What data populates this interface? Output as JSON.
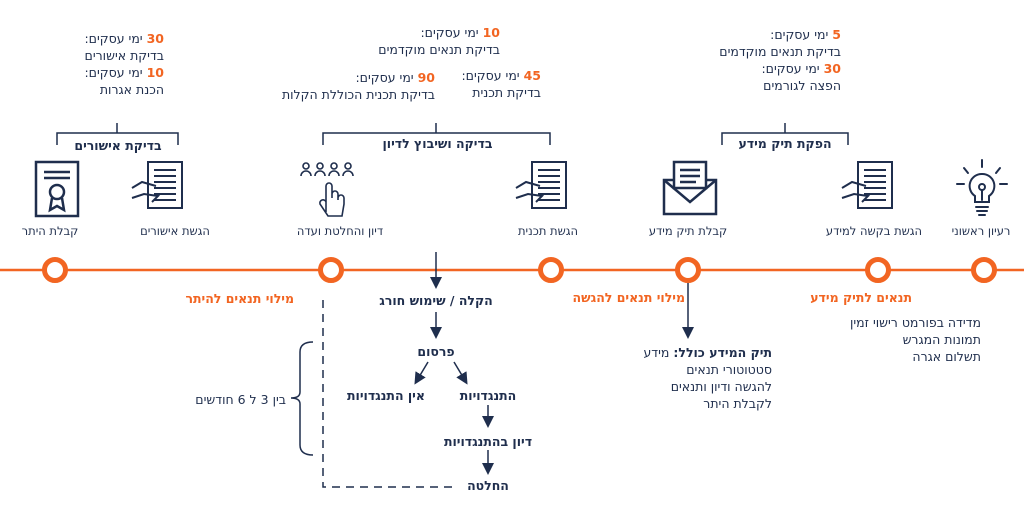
{
  "top_left_timing": {
    "num1": "30",
    "unit1": "ימי עסקים:",
    "task1": "בדיקת אישורים",
    "num2": "10",
    "unit2": "ימי עסקים:",
    "task2": "הכנת אגרות"
  },
  "top_mid_timing": {
    "num1": "10",
    "unit1": "ימי עסקים:",
    "task1": "בדיקת תנאים מוקדמים",
    "num2": "45",
    "unit2": "ימי עסקים:",
    "task2": "בדיקת תכנית",
    "num3": "90",
    "unit3": "ימי עסקים:",
    "task3": "בדיקת תכנית הכוללת הקלות"
  },
  "top_right_timing": {
    "num1": "5",
    "unit1": "ימי עסקים:",
    "task1": "בדיקת תנאים מוקדמים",
    "num2": "30",
    "unit2": "ימי עסקים:",
    "task2": "הפצה לגורמים"
  },
  "phases": {
    "approvals_check": "בדיקת אישורים",
    "review_scheduling": "בדיקה ושיבוץ לדיון",
    "info_file_issue": "הפקת תיק מידע"
  },
  "steps": {
    "initial_idea": "רעיון ראשוני",
    "info_request": "הגשת בקשה למידע",
    "info_file_receipt": "קבלת תיק מידע",
    "plan_submission": "הגשת תכנית",
    "committee_decision": "דיון והחלטת ועדה",
    "approvals_submission": "הגשת אישורים",
    "permit_receipt": "קבלת היתר"
  },
  "conditions": {
    "permit_conditions": "מילוי תנאים להיתר",
    "submission_conditions": "מילוי תנאים להגשה",
    "info_file_conditions_title": "תנאים לתיק מידע",
    "info_file_conditions_items": [
      "מדידה בפורמט רישוי זמין",
      "תמונות המגרש",
      "תשלום אגרה"
    ]
  },
  "info_file_includes": {
    "title": "תיק המידע כולל:",
    "first_word": "מידע",
    "lines": [
      "סטטוטורי תנאים",
      "להגשה ודיון ותנאים",
      "לקבלת היתר"
    ]
  },
  "flow": {
    "relief": "הקלה / שימוש חורג",
    "publication": "פרסום",
    "no_objections": "אין התנגדויות",
    "objections": "התנגדויות",
    "objections_hearing": "דיון בהתנגדויות",
    "decision": "החלטה",
    "duration": "בין 3 ל 6 חודשים"
  },
  "icons": [
    "lightbulb-icon",
    "document-hand-icon",
    "envelope-icon",
    "document-hand-icon",
    "people-hand-icon",
    "document-hand-icon",
    "certificate-icon"
  ],
  "colors": {
    "accent": "#f26522",
    "navy": "#1f2e4d"
  }
}
